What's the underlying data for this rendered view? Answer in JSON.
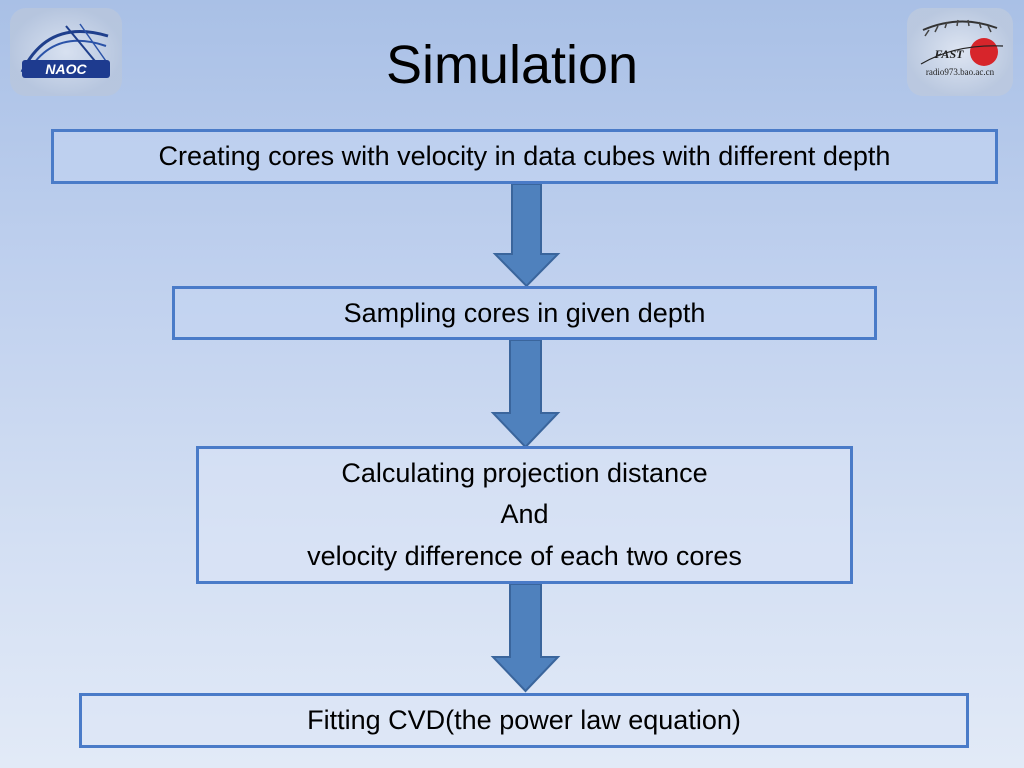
{
  "slide": {
    "title": "Simulation"
  },
  "logos": {
    "left": {
      "text": "NAOC",
      "icon": "naoc-logo-icon"
    },
    "right": {
      "text": "FAST",
      "caption": "radio973.bao.ac.cn",
      "icon": "fast-logo-icon"
    }
  },
  "flow": {
    "steps": [
      {
        "lines": [
          "Creating cores with velocity in data cubes with different depth"
        ]
      },
      {
        "lines": [
          "Sampling cores in given depth"
        ]
      },
      {
        "lines": [
          "Calculating projection distance",
          "And",
          "velocity difference of each two cores"
        ]
      },
      {
        "lines": [
          "Fitting CVD(the power law equation)"
        ]
      }
    ]
  },
  "colors": {
    "box_border": "#4a7bc8",
    "arrow_fill": "#4f81bd",
    "arrow_stroke": "#3a659c"
  }
}
